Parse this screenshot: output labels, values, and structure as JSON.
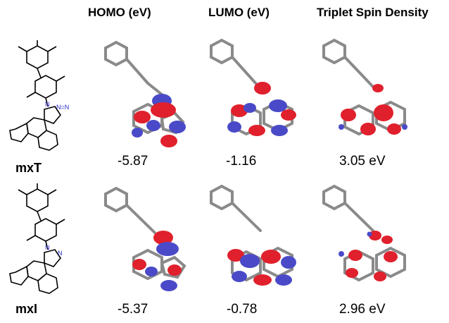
{
  "headers": {
    "homo": "HOMO (eV)",
    "lumo": "LUMO (eV)",
    "spin": "Triplet Spin Density"
  },
  "rows": [
    {
      "name": "mxT",
      "homo": "-5.87",
      "lumo": "-1.16",
      "spin": "3.05 eV"
    },
    {
      "name": "mxI",
      "homo": "-5.37",
      "lumo": "-0.78",
      "spin": "2.96 eV"
    }
  ],
  "colors": {
    "positive_lobe": "#e0202c",
    "negative_lobe": "#4a4ac8",
    "skeleton": "#8a8a8a",
    "nitrogen": "#2a2ad0"
  },
  "icons": [
    "molecular-structure-icon",
    "orbital-isosurface-icon"
  ]
}
